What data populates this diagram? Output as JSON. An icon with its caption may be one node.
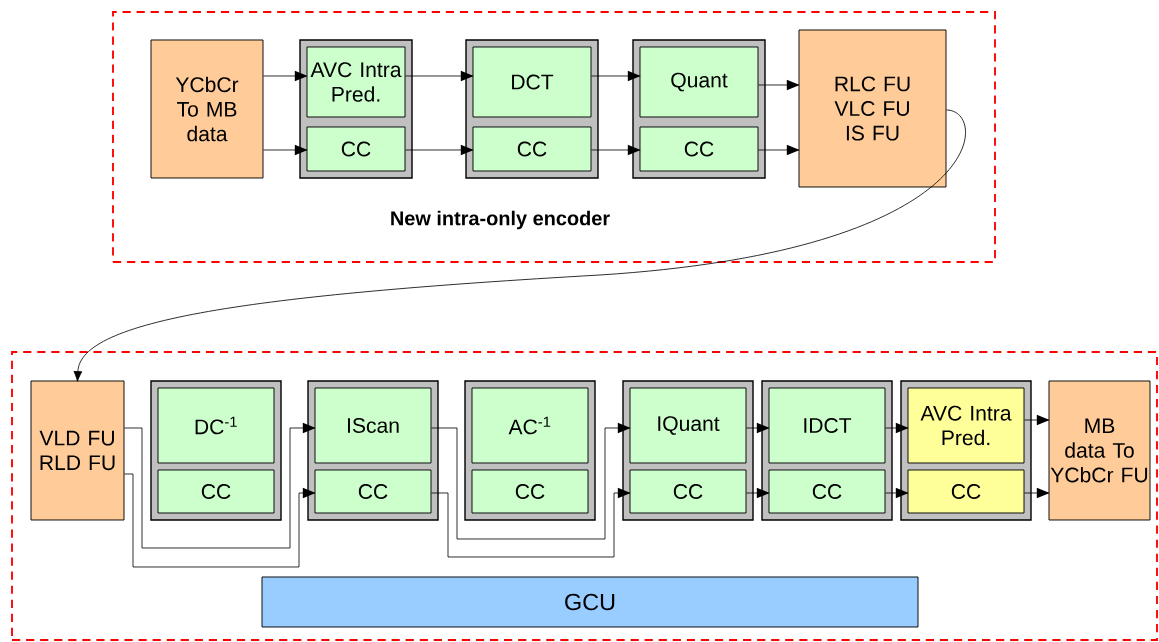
{
  "diagram": {
    "nodes": [
      {
        "text": [
          "New intra-only encoder"
        ]
      },
      {
        "text": [
          "YCbCr To MB data"
        ],
        "in": 0
      },
      {
        "text": [],
        "shape": "box",
        "in": 0
      },
      {
        "text": [
          "AVC Intra Pred."
        ],
        "in": 2
      },
      {
        "text": [
          "CC"
        ],
        "in": 2
      },
      {
        "text": [],
        "shape": "box",
        "in": 0
      },
      {
        "text": [
          "DCT"
        ],
        "in": 5
      },
      {
        "text": [
          "CC"
        ],
        "in": 5
      },
      {
        "text": [],
        "shape": "box",
        "in": 0
      },
      {
        "text": [
          "Quant"
        ],
        "in": 8
      },
      {
        "text": [
          "CC"
        ],
        "in": 8
      },
      {
        "text": [
          "RLC FU VLC FU IS FU"
        ],
        "in": 0
      },
      {
        "text": [],
        "shape": "box"
      },
      {
        "text": [
          "VLD FU RLD FU"
        ],
        "in": 12
      },
      {
        "text": [],
        "shape": "box",
        "in": 12
      },
      {
        "text": [
          "DC$^{-1}$"
        ],
        "in": 14
      },
      {
        "text": [
          "CC"
        ],
        "in": 14
      },
      {
        "text": [],
        "shape": "box",
        "in": 12
      },
      {
        "text": [
          "IScan"
        ],
        "in": 17
      },
      {
        "text": [
          "CC"
        ],
        "in": 17
      },
      {
        "text": [],
        "shape": "box",
        "in": 12
      },
      {
        "text": [
          "AC$^{-1}$"
        ],
        "in": 20
      },
      {
        "text": [
          "CC"
        ],
        "in": 20
      },
      {
        "text": [],
        "shape": "box",
        "in": 12
      },
      {
        "text": [
          "IQuant"
        ],
        "in": 23
      },
      {
        "text": [
          "CC"
        ],
        "in": 23
      },
      {
        "text": [],
        "shape": "box",
        "in": 12
      },
      {
        "text": [
          "IDCT"
        ],
        "in": 26
      },
      {
        "text": [
          "CC"
        ],
        "in": 26
      },
      {
        "text": [],
        "shape": "box",
        "in": 12
      },
      {
        "text": [
          "AVC Intra Pred."
        ],
        "in": 29
      },
      {
        "text": [
          "CC"
        ],
        "in": 29
      },
      {
        "text": [
          "MB data To YCbCr FU"
        ],
        "in": 12
      },
      {
        "text": [
          "GCU"
        ],
        "in": 12
      }
    ],
    "edges": [
      {
        "from": 1,
        "to": 3,
        "arrow": "to"
      },
      {
        "from": 1,
        "to": 4,
        "arrow": "to"
      },
      {
        "from": 3,
        "to": 6,
        "arrow": "to"
      },
      {
        "from": 4,
        "to": 7,
        "arrow": "to"
      },
      {
        "from": 6,
        "to": 9,
        "arrow": "to"
      },
      {
        "from": 7,
        "to": 10,
        "arrow": "to"
      },
      {
        "from": 9,
        "to": 11,
        "arrow": "to"
      },
      {
        "from": 10,
        "to": 11,
        "arrow": "to"
      },
      {
        "from": 11,
        "to": 13,
        "arrow": "to"
      },
      {
        "from": 13,
        "to": 18,
        "arrow": "to"
      },
      {
        "from": 13,
        "to": 19,
        "arrow": "to"
      },
      {
        "from": 18,
        "to": 24,
        "arrow": "to"
      },
      {
        "from": 19,
        "to": 25,
        "arrow": "to"
      },
      {
        "from": 24,
        "to": 27,
        "arrow": "to"
      },
      {
        "from": 25,
        "to": 28,
        "arrow": "to"
      },
      {
        "from": 27,
        "to": 30,
        "arrow": "to"
      },
      {
        "from": 28,
        "to": 31,
        "arrow": "to"
      },
      {
        "from": 30,
        "to": 32,
        "arrow": "to"
      },
      {
        "from": 31,
        "to": 32,
        "arrow": "to"
      }
    ]
  }
}
